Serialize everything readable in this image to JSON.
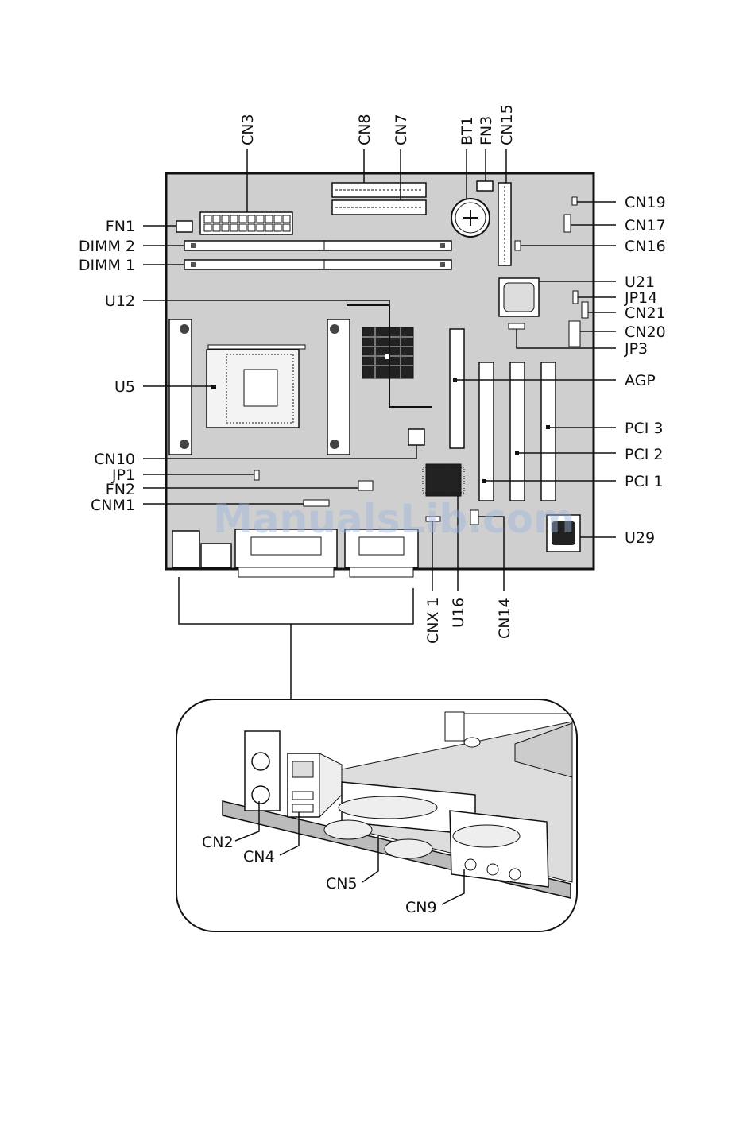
{
  "watermark": "ManualsLib.com",
  "colors": {
    "board": "#cfcfcf",
    "line": "#111111",
    "accent": "#9db8df"
  },
  "labels": {
    "cn3": "CN3",
    "cn8": "CN8",
    "cn7": "CN7",
    "bt1": "BT1",
    "fn3": "FN3",
    "cn15": "CN15",
    "fn1": "FN1",
    "dimm2": "DIMM 2",
    "dimm1": "DIMM 1",
    "u12": "U12",
    "u5": "U5",
    "cn10": "CN10",
    "jp1": "JP1",
    "fn2": "FN2",
    "cnm1": "CNM1",
    "cn19": "CN19",
    "cn17": "CN17",
    "cn16": "CN16",
    "u21": "U21",
    "jp14": "JP14",
    "cn21": "CN21",
    "cn20": "CN20",
    "jp3": "JP3",
    "agp": "AGP",
    "pci3": "PCI 3",
    "pci2": "PCI 2",
    "pci1": "PCI 1",
    "u29": "U29",
    "cnx1": "CNX 1",
    "u16": "U16",
    "cn14": "CN14",
    "cn2": "CN2",
    "cn4": "CN4",
    "cn5": "CN5",
    "cn9": "CN9"
  }
}
